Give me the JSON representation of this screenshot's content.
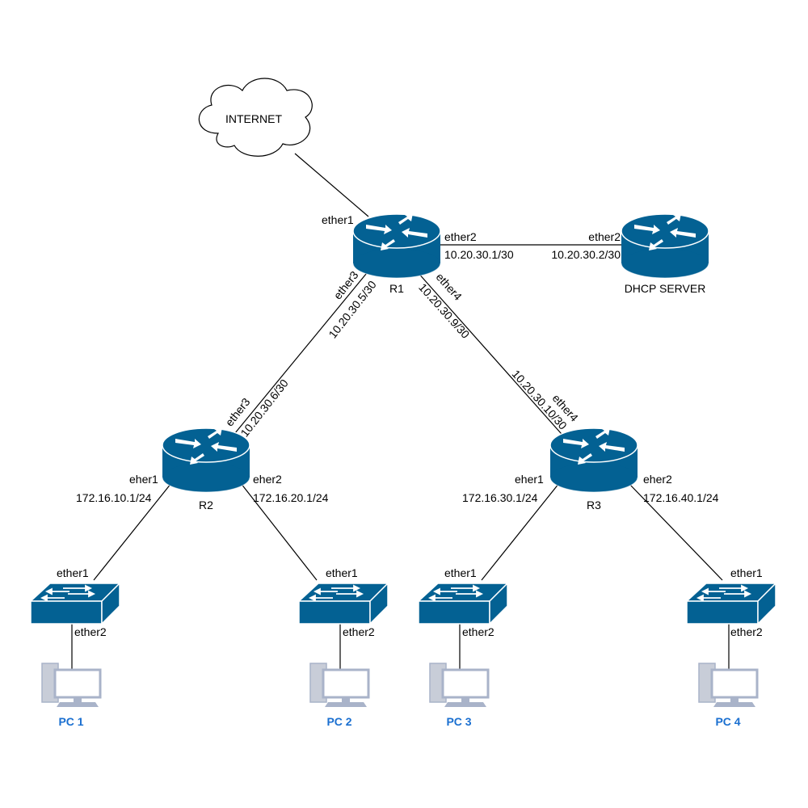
{
  "colors": {
    "device": "#036193",
    "pc_label": "#1a6fd0",
    "pc_body": "#a9b3c9"
  },
  "cloud": {
    "label": "INTERNET",
    "icon": "cloud-icon"
  },
  "routers": {
    "r1": {
      "label": "R1",
      "ether1": "ether1",
      "ether2": "ether2",
      "ether2_ip": "10.20.30.1/30",
      "ether3": "ether3",
      "ether3_ip": "10.20.30.5/30",
      "ether4": "ether4",
      "ether4_ip": "10.20.30.9/30"
    },
    "dhcp": {
      "label": "DHCP SERVER",
      "ether2": "ether2",
      "ether2_ip": "10.20.30.2/30"
    },
    "r2": {
      "label": "R2",
      "ether3": "ether3",
      "ether3_ip": "10.20.30.6/30",
      "eher1": "eher1",
      "eher1_ip": "172.16.10.1/24",
      "eher2": "eher2",
      "eher2_ip": "172.16.20.1/24"
    },
    "r3": {
      "label": "R3",
      "ether4": "ether4",
      "ether4_ip": "10.20.30.10/30",
      "eher1": "eher1",
      "eher1_ip": "172.16.30.1/24",
      "eher2": "eher2",
      "eher2_ip": "172.16.40.1/24"
    }
  },
  "switches": [
    {
      "ether1": "ether1",
      "ether2": "ether2"
    },
    {
      "ether1": "ether1",
      "ether2": "ether2"
    },
    {
      "ether1": "ether1",
      "ether2": "ether2"
    },
    {
      "ether1": "ether1",
      "ether2": "ether2"
    }
  ],
  "pcs": [
    {
      "label": "PC 1"
    },
    {
      "label": "PC 2"
    },
    {
      "label": "PC 3"
    },
    {
      "label": "PC 4"
    }
  ]
}
